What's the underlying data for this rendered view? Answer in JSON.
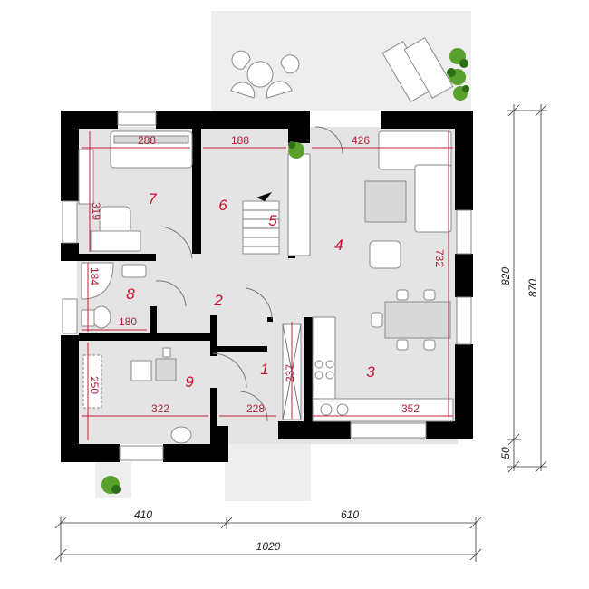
{
  "rooms": [
    {
      "id": "r1",
      "number": "1"
    },
    {
      "id": "r2",
      "number": "2"
    },
    {
      "id": "r3",
      "number": "3"
    },
    {
      "id": "r4",
      "number": "4"
    },
    {
      "id": "r5",
      "number": "5"
    },
    {
      "id": "r6",
      "number": "6"
    },
    {
      "id": "r7",
      "number": "7"
    },
    {
      "id": "r8",
      "number": "8"
    },
    {
      "id": "r9",
      "number": "9"
    }
  ],
  "dimensions": {
    "d288": "288",
    "d188": "188",
    "d426": "426",
    "d319": "319",
    "d732": "732",
    "d184": "184",
    "d180": "180",
    "d250": "250",
    "d322": "322",
    "d228": "228",
    "d237": "237",
    "d352": "352"
  },
  "outer_dimensions": {
    "width_left": "410",
    "width_right": "610",
    "width_total": "1020",
    "depth_main": "820",
    "depth_total": "870",
    "depth_extra": "50"
  },
  "colors": {
    "wall": "#000000",
    "floor": "#e4e4e4",
    "room_number": "#c8102e",
    "dimension_text": "#b0223a"
  }
}
